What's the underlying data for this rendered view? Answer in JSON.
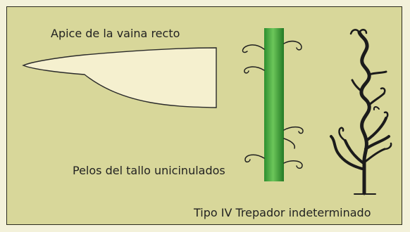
{
  "labels": {
    "pod_apex": "Apice de la vaina recto",
    "stem_hairs": "Pelos del tallo unicinulados",
    "growth_type": "Tipo IV Trepador indeterminado"
  },
  "colors": {
    "background": "#f3f1da",
    "panel": "#d8d79a",
    "pod_fill": "#f5f0cf",
    "stem_green": "#3aa339",
    "stroke": "#1f1f1f"
  }
}
